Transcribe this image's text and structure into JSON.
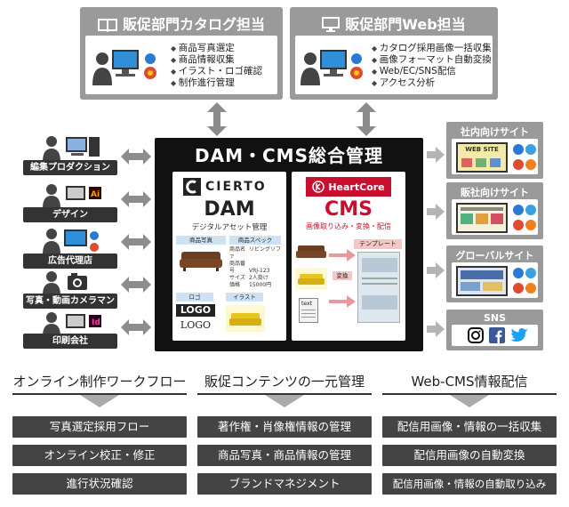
{
  "top_boxes": [
    {
      "title": "販促部門カタログ担当",
      "icon": "book-icon",
      "tasks": [
        "商品写真選定",
        "商品情報収集",
        "イラスト・ロゴ確認",
        "制作進行管理"
      ]
    },
    {
      "title": "販促部門Web担当",
      "icon": "monitor-icon",
      "tasks": [
        "カタログ採用画像一括収集",
        "画像フォーマット自動変換",
        "Web/EC/SNS配信",
        "アクセス分析"
      ]
    }
  ],
  "center": {
    "title": "DAM・CMS総合管理",
    "dam": {
      "brand": "CIERTO",
      "name": "DAM",
      "subtitle": "デジタルアセット管理",
      "photo_tag": "商品写真",
      "spec_tag": "商品スペック",
      "specs": [
        {
          "k": "商品名",
          "v": "リビングソファ"
        },
        {
          "k": "商品番号",
          "v": "VRJ-123"
        },
        {
          "k": "サイズ",
          "v": "2人掛け"
        },
        {
          "k": "価格",
          "v": "15000円"
        }
      ],
      "logo_tag": "ロゴ",
      "illust_tag": "イラスト",
      "logo_text_1": "LOGO",
      "logo_text_2": "LOGO"
    },
    "cms": {
      "brand": "HeartCore",
      "name": "CMS",
      "subtitle": "画像取り込み・変換・配信",
      "template_tag": "テンプレート",
      "convert_tag": "変換",
      "text_icon_label": "text"
    }
  },
  "actors": [
    {
      "label": "編集プロダクション"
    },
    {
      "label": "デザイン"
    },
    {
      "label": "広告代理店"
    },
    {
      "label": "写真・動画カメラマン"
    },
    {
      "label": "印刷会社"
    }
  ],
  "sites": [
    {
      "title": "社内向けサイト",
      "screen_text": "WEB SITE"
    },
    {
      "title": "販社向けサイト"
    },
    {
      "title": "グローバルサイト"
    },
    {
      "title": "SNS"
    }
  ],
  "bottom": [
    {
      "title": "オンライン制作ワークフロー",
      "items": [
        "写真選定採用フロー",
        "オンライン校正・修正",
        "進行状況確認"
      ]
    },
    {
      "title": "販促コンテンツの一元管理",
      "items": [
        "著作権・肖像権情報の管理",
        "商品写真・商品情報の管理",
        "ブランドマネジメント"
      ]
    },
    {
      "title": "Web-CMS情報配信",
      "items": [
        "配信用画像・情報の一括収集",
        "配信用画像の自動変換",
        "配信用画像・情報の自動取り込み"
      ]
    }
  ],
  "colors": {
    "box_gray": "#9a9a9a",
    "dark": "#111111",
    "heartcore_red": "#c8102e",
    "arrow_gray": "#8c8c8c"
  }
}
